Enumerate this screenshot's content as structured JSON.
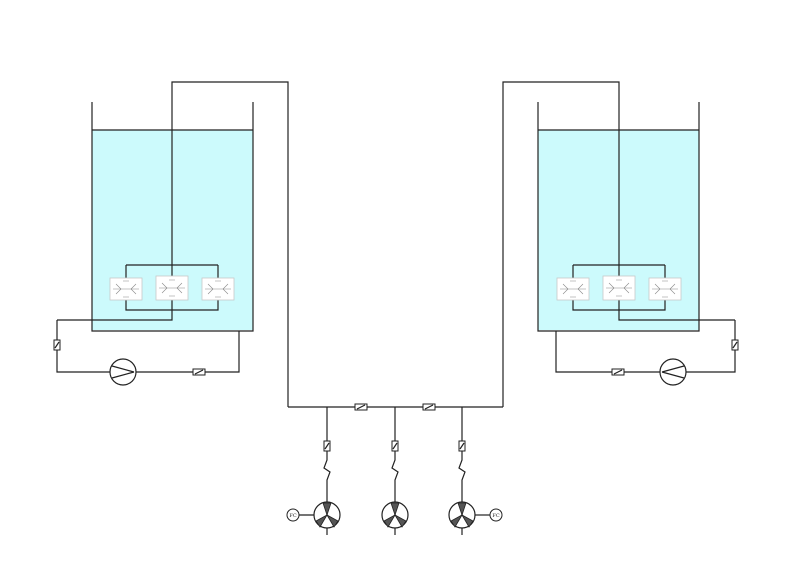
{
  "diagram": {
    "colors": {
      "water": "#ccfafc",
      "line": "#222222",
      "background": "#ffffff"
    },
    "left_tank": {
      "diffusers": 3,
      "pump": "pump-icon",
      "valves": 2
    },
    "right_tank": {
      "diffusers": 3,
      "pump": "pump-icon",
      "valves": 2
    },
    "blowers": [
      {
        "label": "FC",
        "label_side": "left"
      },
      {
        "label": "",
        "label_side": "none"
      },
      {
        "label": "FC",
        "label_side": "right"
      }
    ]
  }
}
